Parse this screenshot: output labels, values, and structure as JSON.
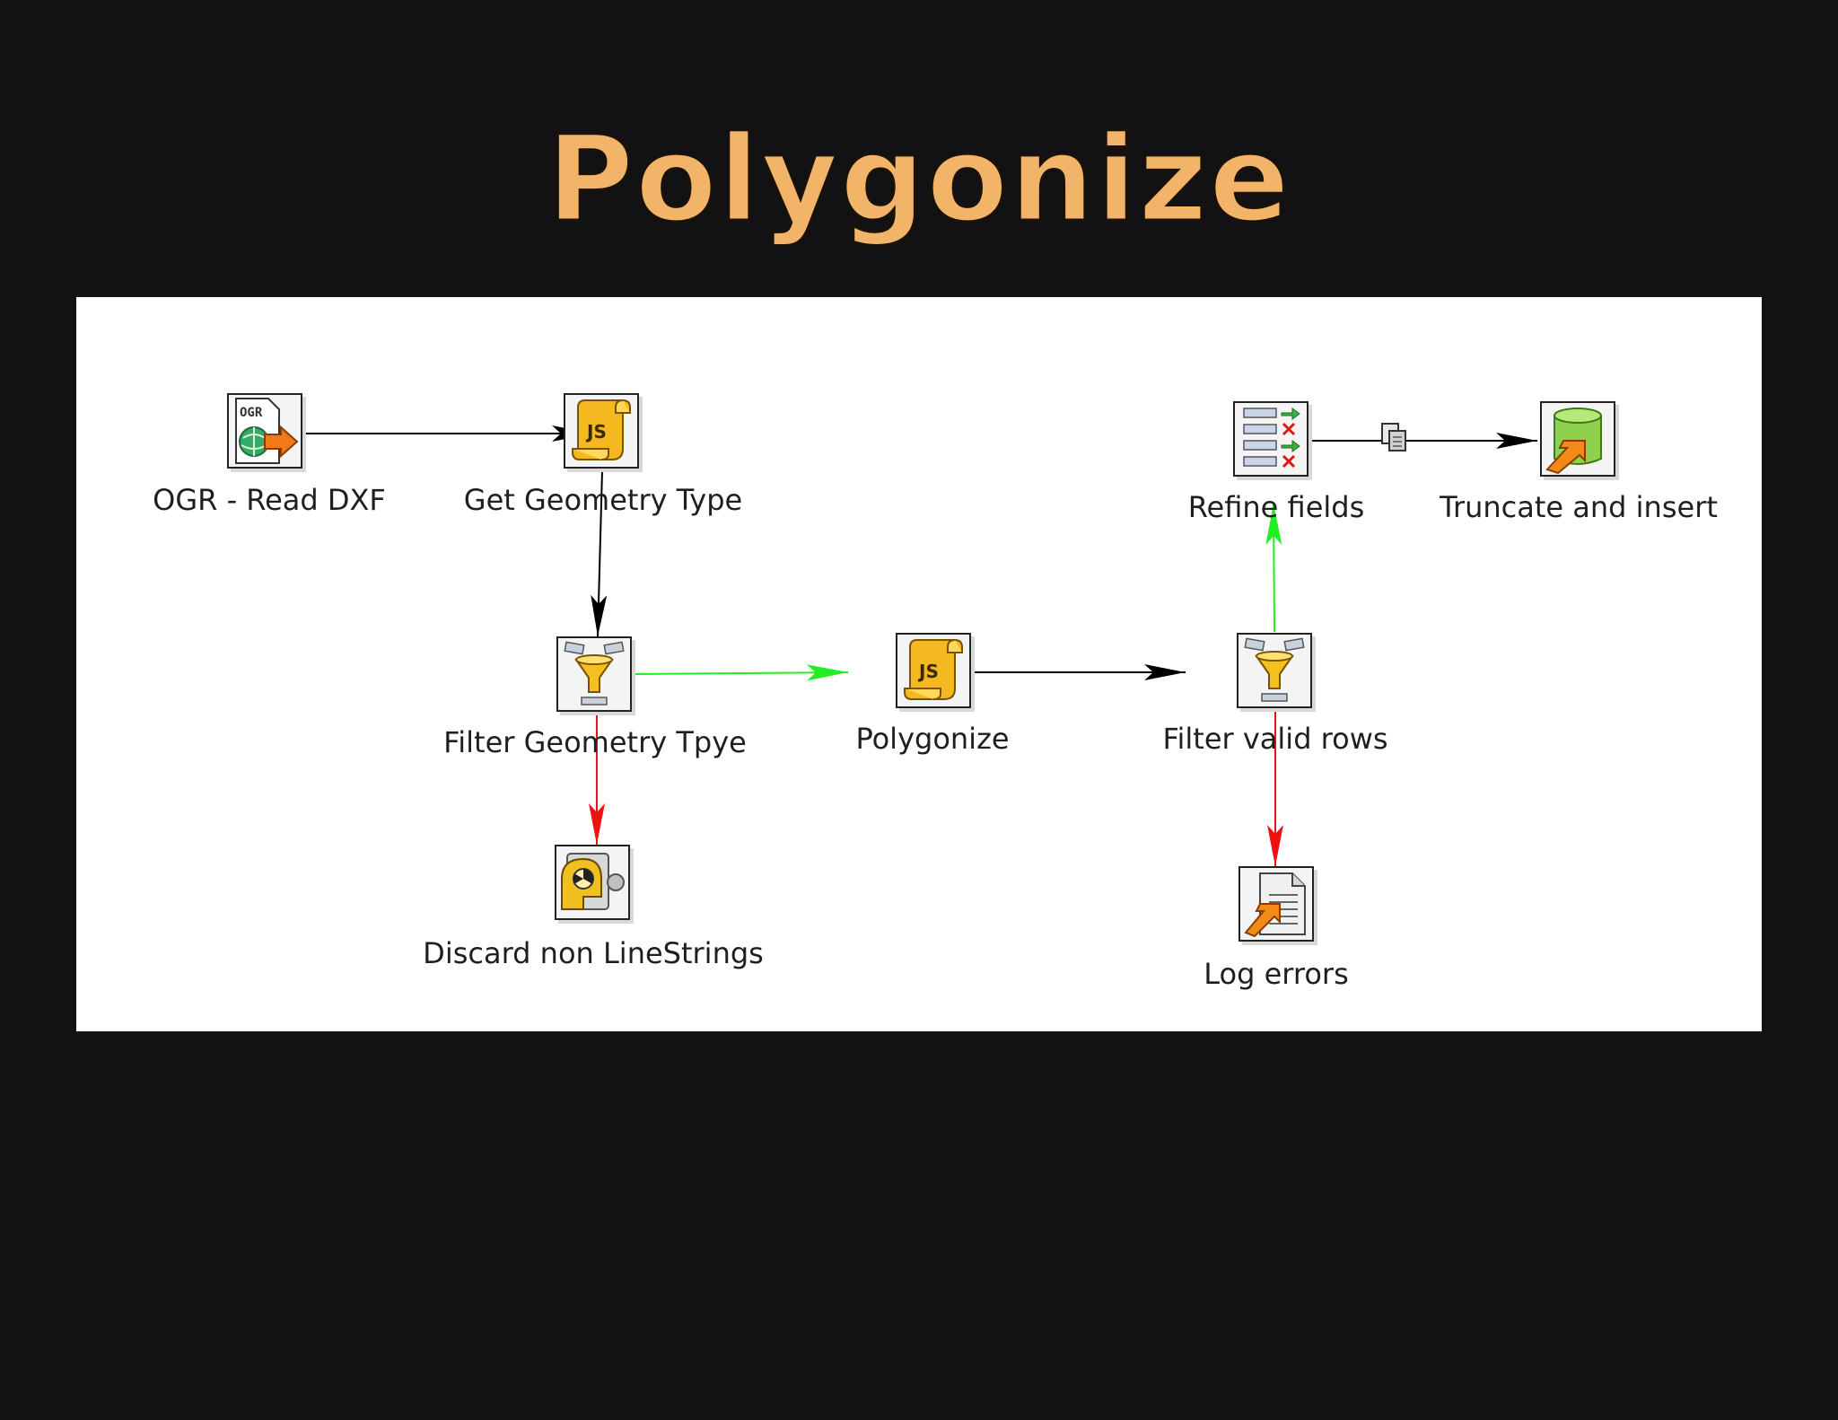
{
  "title": "Polygonize",
  "steps": {
    "read_dxf": {
      "label": "OGR - Read DXF",
      "icon": "ogr-input-icon"
    },
    "get_geometry_type": {
      "label": "Get Geometry Type",
      "icon": "javascript-icon"
    },
    "filter_geometry_type": {
      "label": "Filter Geometry Tpye",
      "icon": "filter-funnel-icon"
    },
    "discard_non_linestrings": {
      "label": "Discard non LineStrings",
      "icon": "dummy-step-icon"
    },
    "polygonize": {
      "label": "Polygonize",
      "icon": "javascript-icon"
    },
    "filter_valid_rows": {
      "label": "Filter valid rows",
      "icon": "filter-funnel-icon"
    },
    "log_errors": {
      "label": "Log errors",
      "icon": "text-file-output-icon"
    },
    "refine_fields": {
      "label": "Refine fields",
      "icon": "select-values-icon"
    },
    "truncate_insert": {
      "label": "Truncate and insert",
      "icon": "table-output-icon"
    }
  },
  "hops": [
    {
      "from": "read_dxf",
      "to": "get_geometry_type",
      "kind": "normal"
    },
    {
      "from": "get_geometry_type",
      "to": "filter_geometry_type",
      "kind": "normal"
    },
    {
      "from": "filter_geometry_type",
      "to": "polygonize",
      "kind": "true"
    },
    {
      "from": "filter_geometry_type",
      "to": "discard_non_linestrings",
      "kind": "false"
    },
    {
      "from": "polygonize",
      "to": "filter_valid_rows",
      "kind": "normal"
    },
    {
      "from": "filter_valid_rows",
      "to": "refine_fields",
      "kind": "true"
    },
    {
      "from": "filter_valid_rows",
      "to": "log_errors",
      "kind": "false"
    },
    {
      "from": "refine_fields",
      "to": "truncate_insert",
      "kind": "copy"
    }
  ],
  "colors": {
    "background": "#121113",
    "title": "#f2b468",
    "canvas": "#ffffff",
    "hop_normal": "#000000",
    "hop_true": "#22ee22",
    "hop_false": "#ee1111"
  }
}
